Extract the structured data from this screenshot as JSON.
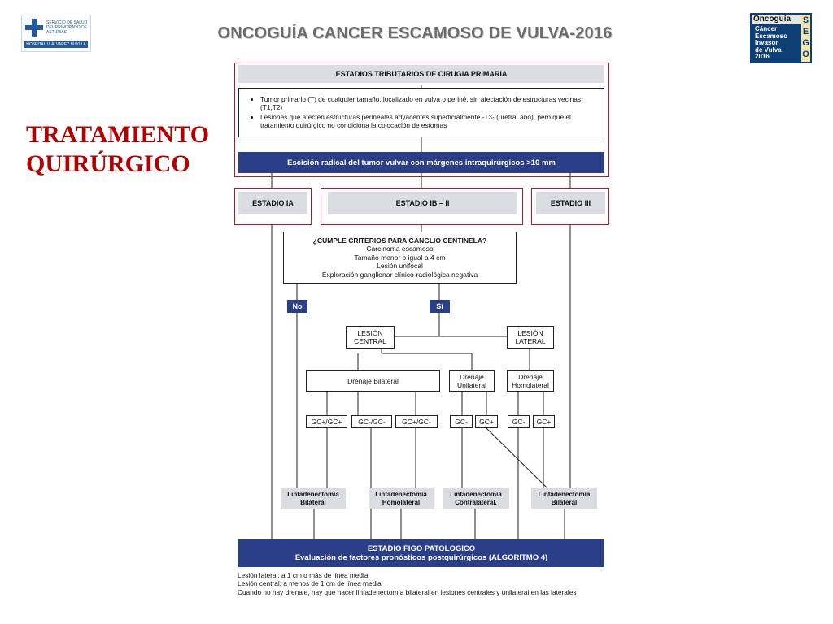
{
  "header": {
    "title": "ONCOGUÍA CANCER ESCAMOSO DE VULVA-2016",
    "left_logo": {
      "text": "SERVICIO DE SALUD DEL PRINCIPADO DE ASTURIAS",
      "bar": "HOSPITAL V. ALVAREZ BUYLLA"
    },
    "right_logo": {
      "top": "Oncoguía",
      "line1": "Cáncer",
      "line2": "Escamoso",
      "line3": "Invasor",
      "line4": "de Vulva",
      "line5": "2016",
      "vertical": "SEGO"
    }
  },
  "side_title": {
    "line1": "TRATAMIENTO",
    "line2": "QUIRÚRGICO"
  },
  "flow": {
    "stages_header": "ESTADIOS TRIBUTARIOS DE CIRUGIA PRIMARIA",
    "criteria": [
      "Tumor primario (T) de cualquier tamaño, localizado en vulva o periné, sin afectación de estructuras vecinas (T1,T2)",
      "Lesiones que afecten estructuras perineales adyacentes superficialmente -T3- (uretra, ano), pero que el tratamiento quirúrgico no condiciona la colocación de estomas"
    ],
    "excision": "Escisión radical del tumor vulvar con márgenes intraquirúrgicos >10 mm",
    "stage_ia": "ESTADIO IA",
    "stage_ib_ii": "ESTADIO IB – II",
    "stage_iii": "ESTADIO III",
    "sentinel": {
      "question": "¿CUMPLE CRITERIOS PARA GANGLIO CENTINELA?",
      "items": [
        "Carcinoma escamoso",
        "Tamaño menor o igual a 4 cm",
        "Lesión unifocal",
        "Exploración ganglionar clínico-radiológica negativa"
      ]
    },
    "no": "No",
    "si": "Sí",
    "lesion_central": "LESIÓN CENTRAL",
    "lesion_lateral": "LESIÓN LATERAL",
    "drenaje_bilateral": "Drenaje Bilateral",
    "drenaje_unilateral": "Drenaje Unilateral",
    "drenaje_homolateral": "Drenaje Homolateral",
    "gc": [
      "GC+/GC+",
      "GC-/GC-",
      "GC+/GC-",
      "GC-",
      "GC+",
      "GC-",
      "GC+"
    ],
    "linf_bilateral_1": "Linfadenectomía Bilateral",
    "linf_homolateral": "Linfadenectomía Homolateral",
    "linf_contralateral": "Linfadenectomía Contralateral.",
    "linf_bilateral_2": "Linfadenectomía Bilateral",
    "figo_line1": "ESTADIO FIGO PATOLOGICO",
    "figo_line2": "Evaluación de factores pronósticos postquirúrgicos (ALGORITMO 4)"
  },
  "notes": [
    "Lesión lateral: a 1 cm o más de línea media",
    "Lesión central: a menos de 1 cm de línea media",
    "Cuando no hay drenaje, hay que hacer linfadenectomía bilateral en lesiones centrales y unilateral en las laterales"
  ],
  "colors": {
    "title_gray": "#6b6b6b",
    "side_red": "#b00000",
    "frame_red": "#b2162b",
    "navy": "#2b3f88",
    "box_gray": "#dcdde2"
  }
}
